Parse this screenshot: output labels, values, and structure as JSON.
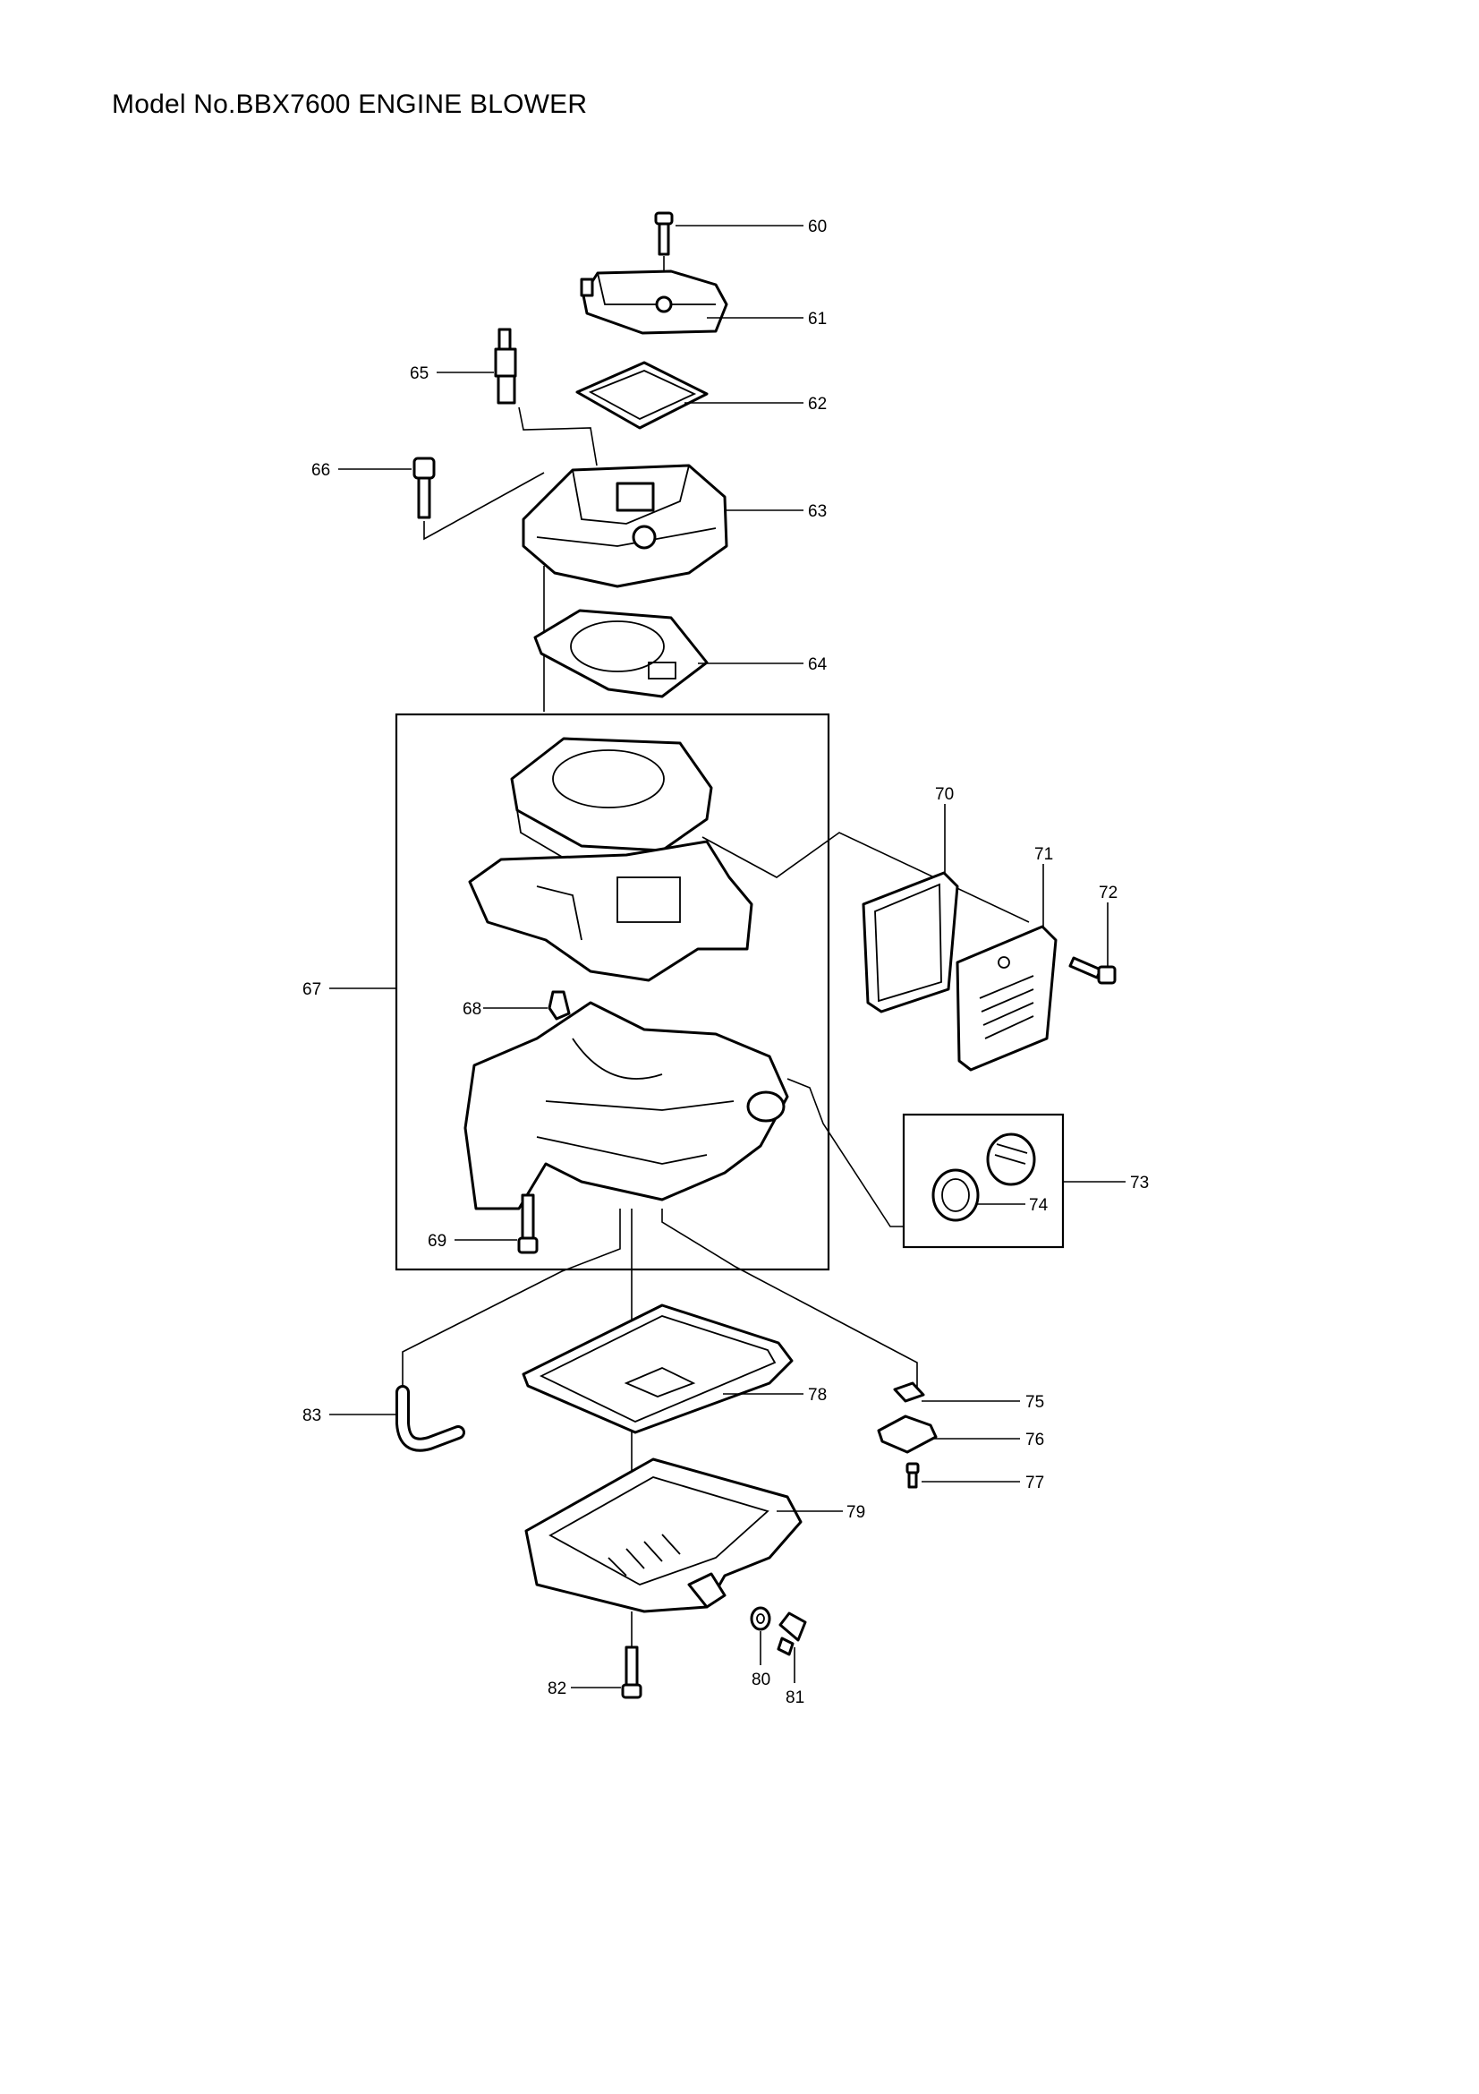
{
  "title": "Model No.BBX7600 ENGINE BLOWER",
  "labels": {
    "p60": "60",
    "p61": "61",
    "p62": "62",
    "p63": "63",
    "p64": "64",
    "p65": "65",
    "p66": "66",
    "p67": "67",
    "p68": "68",
    "p69": "69",
    "p70": "70",
    "p71": "71",
    "p72": "72",
    "p73": "73",
    "p74": "74",
    "p75": "75",
    "p76": "76",
    "p77": "77",
    "p78": "78",
    "p79": "79",
    "p80": "80",
    "p81": "81",
    "p82": "82",
    "p83": "83"
  }
}
